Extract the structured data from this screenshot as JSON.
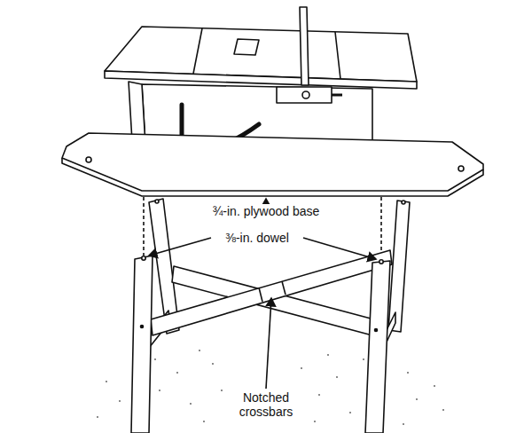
{
  "diagram": {
    "labels": [
      "¾-in. plywood base",
      "⅜-in. dowel",
      "Notched crossbars"
    ]
  }
}
